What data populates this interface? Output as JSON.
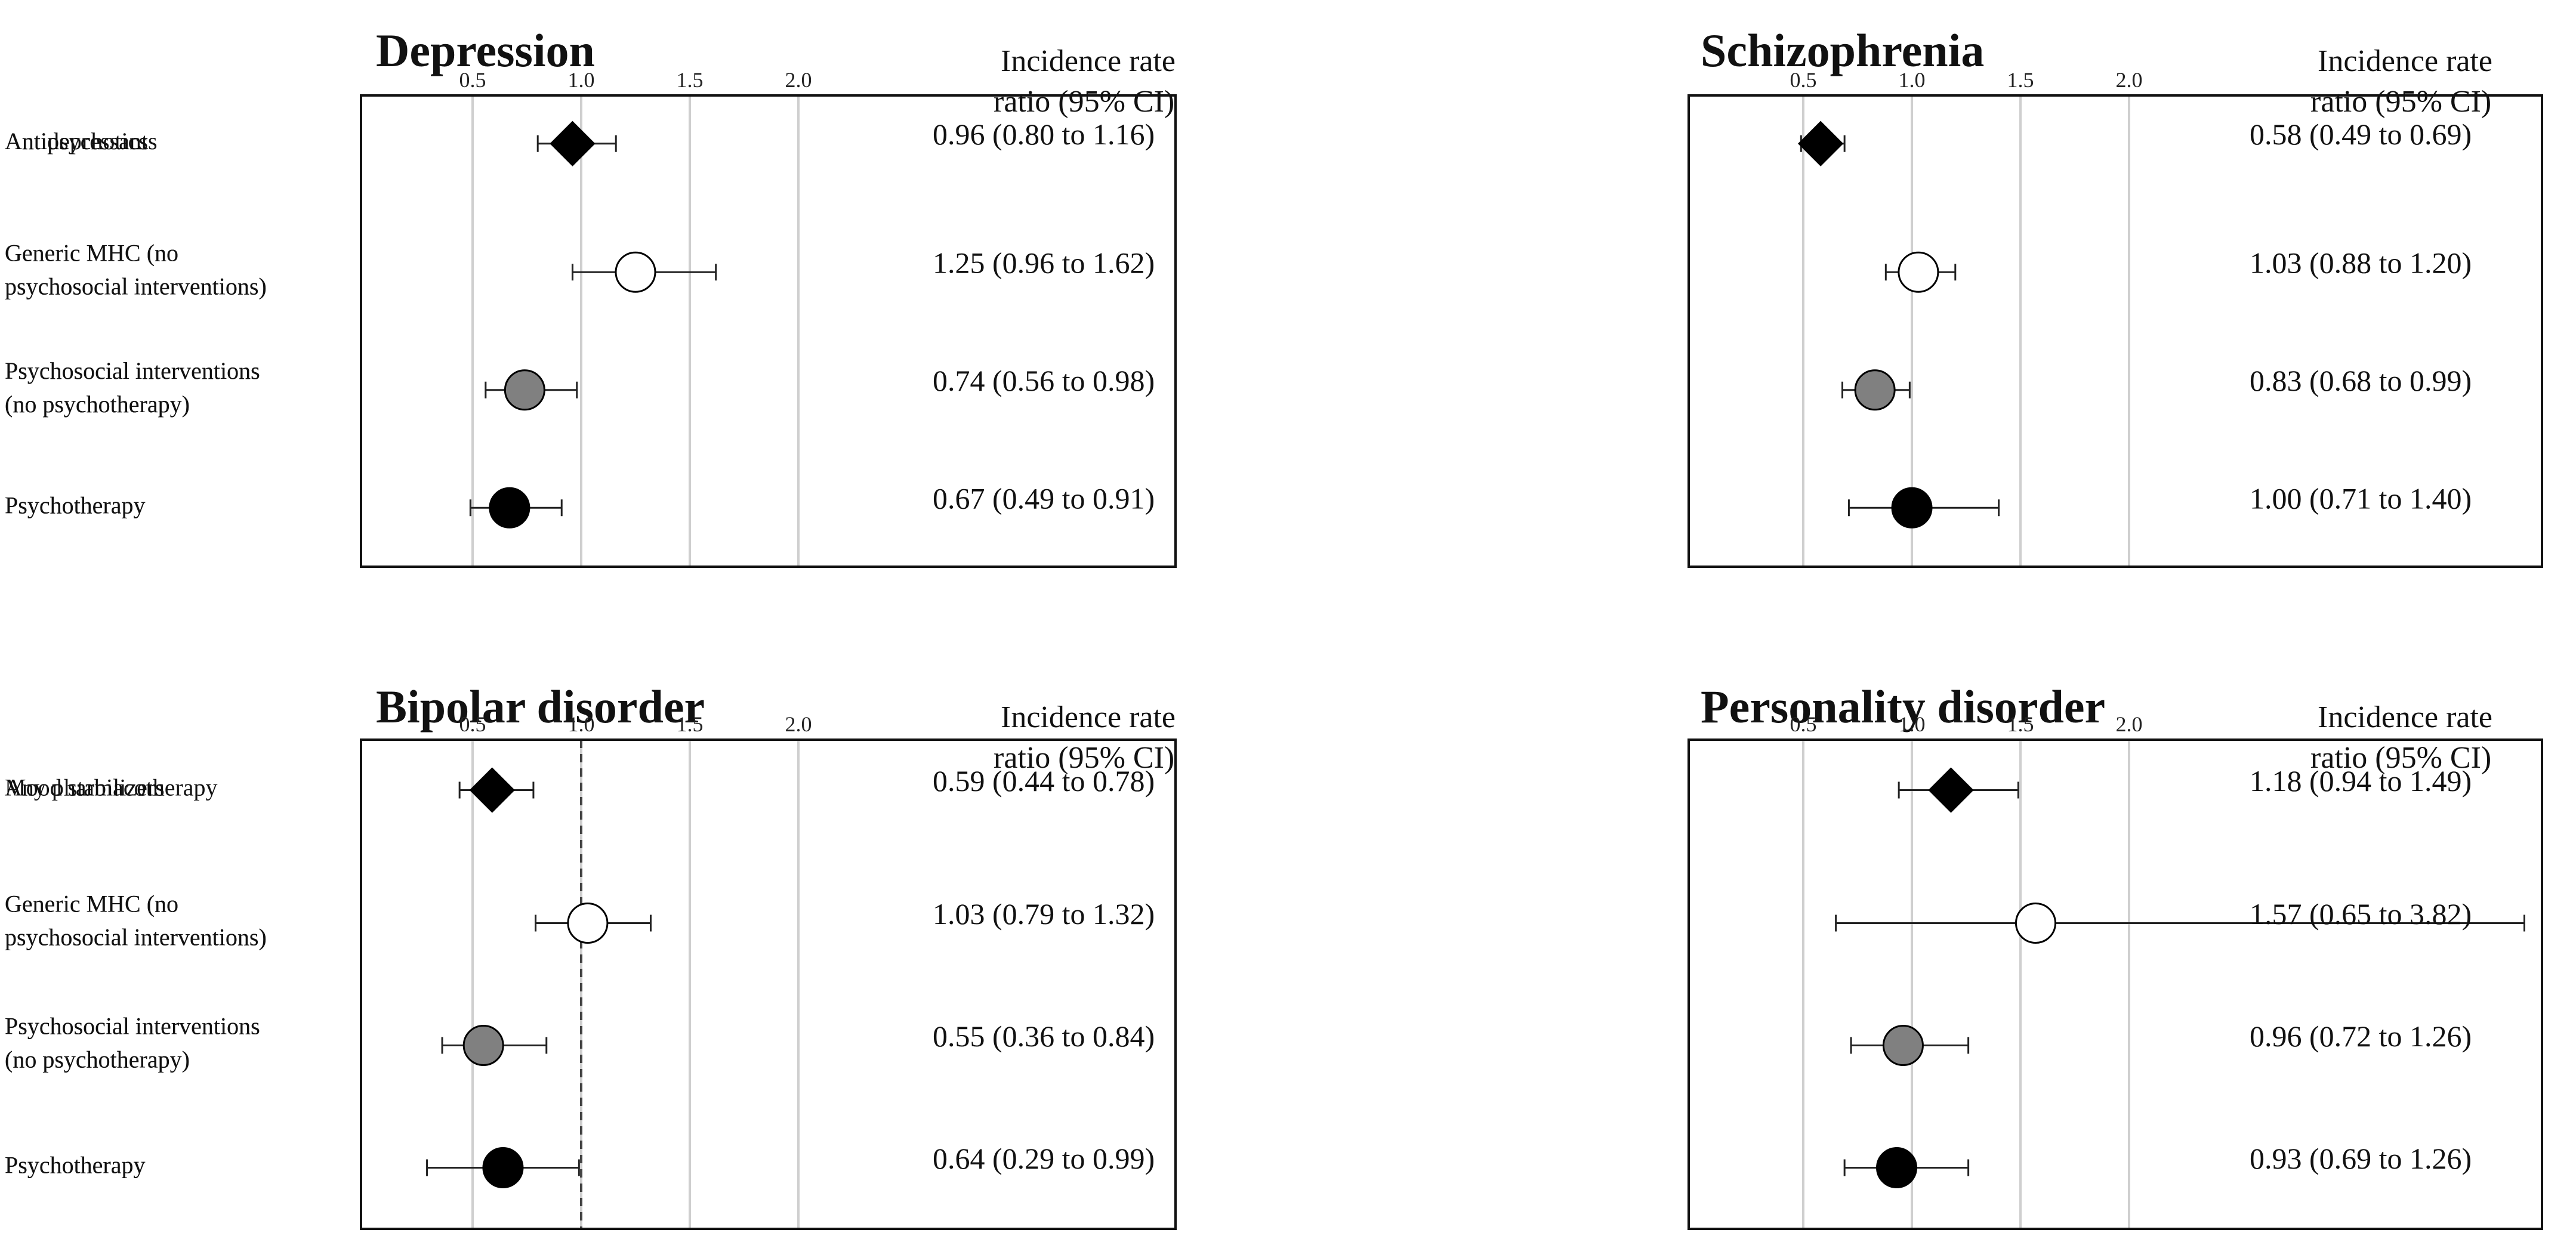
{
  "header_labels": [
    "Incidence rate",
    "ratio (95% CI)"
  ],
  "chart_data": [
    {
      "type": "forest",
      "title": "Depression",
      "tick_labels": [
        "0.5",
        "1.0",
        "1.5",
        "2.0"
      ],
      "ticks": [
        0.5,
        1.0,
        1.5,
        2.0
      ],
      "xlim": [
        0.0,
        2.5
      ],
      "reference_line": false,
      "rows": [
        {
          "label": [
            "Antidepressants"
          ],
          "estimate": 0.96,
          "lower": 0.8,
          "upper": 1.16,
          "ci_text": "0.96  (0.80 to 1.16)",
          "marker": "diamond",
          "fill": "#000000"
        },
        {
          "label": [
            "Generic MHC (no",
            "psychosocial interventions)"
          ],
          "estimate": 1.25,
          "lower": 0.96,
          "upper": 1.62,
          "ci_text": "1.25  (0.96 to 1.62)",
          "marker": "circle",
          "fill": "#ffffff"
        },
        {
          "label": [
            "Psychosocial interventions",
            "(no psychotherapy)"
          ],
          "estimate": 0.74,
          "lower": 0.56,
          "upper": 0.98,
          "ci_text": "0.74  (0.56 to 0.98)",
          "marker": "circle",
          "fill": "#808080"
        },
        {
          "label": [
            "Psychotherapy"
          ],
          "estimate": 0.67,
          "lower": 0.49,
          "upper": 0.91,
          "ci_text": "0.67  (0.49 to 0.91)",
          "marker": "circle",
          "fill": "#000000"
        }
      ]
    },
    {
      "type": "forest",
      "title": "Schizophrenia",
      "tick_labels": [
        "0.5",
        "1.0",
        "1.5",
        "2.0"
      ],
      "ticks": [
        0.5,
        1.0,
        1.5,
        2.0
      ],
      "xlim": [
        0.0,
        2.5
      ],
      "reference_line": false,
      "rows": [
        {
          "label": [
            "Antipsychotics"
          ],
          "estimate": 0.58,
          "lower": 0.49,
          "upper": 0.69,
          "ci_text": "0.58  (0.49 to 0.69)",
          "marker": "diamond",
          "fill": "#000000"
        },
        {
          "label": [
            "Generic MHC (no",
            "psychosocial interventions)"
          ],
          "estimate": 1.03,
          "lower": 0.88,
          "upper": 1.2,
          "ci_text": "1.03  (0.88 to 1.20)",
          "marker": "circle",
          "fill": "#ffffff"
        },
        {
          "label": [
            "Psychosocial interventions",
            "(no psychotherapy)"
          ],
          "estimate": 0.83,
          "lower": 0.68,
          "upper": 0.99,
          "ci_text": "0.83  (0.68 to 0.99)",
          "marker": "circle",
          "fill": "#808080"
        },
        {
          "label": [
            "Psychotherapy"
          ],
          "estimate": 1.0,
          "lower": 0.71,
          "upper": 1.4,
          "ci_text": "1.00  (0.71 to 1.40)",
          "marker": "circle",
          "fill": "#000000"
        }
      ]
    },
    {
      "type": "forest",
      "title": "Bipolar disorder",
      "tick_labels": [
        "0.5",
        "1.0",
        "1.5",
        "2.0"
      ],
      "ticks": [
        0.5,
        1.0,
        1.5,
        2.0
      ],
      "xlim": [
        0.0,
        2.5
      ],
      "reference_line": true,
      "rows": [
        {
          "label": [
            "Mood stabilizers"
          ],
          "estimate": 0.59,
          "lower": 0.44,
          "upper": 0.78,
          "ci_text": "0.59  (0.44 to 0.78)",
          "marker": "diamond",
          "fill": "#000000"
        },
        {
          "label": [
            "Generic MHC (no",
            "psychosocial interventions)"
          ],
          "estimate": 1.03,
          "lower": 0.79,
          "upper": 1.32,
          "ci_text": "1.03  (0.79 to 1.32)",
          "marker": "circle",
          "fill": "#ffffff"
        },
        {
          "label": [
            "Psychosocial interventions",
            "(no psychotherapy)"
          ],
          "estimate": 0.55,
          "lower": 0.36,
          "upper": 0.84,
          "ci_text": "0.55  (0.36 to 0.84)",
          "marker": "circle",
          "fill": "#808080"
        },
        {
          "label": [
            "Psychotherapy"
          ],
          "estimate": 0.64,
          "lower": 0.29,
          "upper": 0.99,
          "ci_text": "0.64  (0.29 to 0.99)",
          "marker": "circle",
          "fill": "#000000"
        }
      ]
    },
    {
      "type": "forest",
      "title": "Personality disorder",
      "tick_labels": [
        "0.5",
        "1.0",
        "1.5",
        "2.0"
      ],
      "ticks": [
        0.5,
        1.0,
        1.5,
        2.0
      ],
      "xlim": [
        0.0,
        2.5
      ],
      "reference_line": false,
      "rows": [
        {
          "label": [
            "Any pharmacotherapy"
          ],
          "estimate": 1.18,
          "lower": 0.94,
          "upper": 1.49,
          "ci_text": "1.18  (0.94 to 1.49)",
          "marker": "diamond",
          "fill": "#000000"
        },
        {
          "label": [
            "Generic MHC (no",
            "psychosocial interventions)"
          ],
          "estimate": 1.57,
          "lower": 0.65,
          "upper": 3.82,
          "ci_text": "1.57  (0.65 to 3.82)",
          "marker": "circle",
          "fill": "#ffffff"
        },
        {
          "label": [
            "Psychosocial interventions",
            "(no psychotherapy)"
          ],
          "estimate": 0.96,
          "lower": 0.72,
          "upper": 1.26,
          "ci_text": "0.96  (0.72 to 1.26)",
          "marker": "circle",
          "fill": "#808080"
        },
        {
          "label": [
            "Psychotherapy"
          ],
          "estimate": 0.93,
          "lower": 0.69,
          "upper": 1.26,
          "ci_text": "0.93  (0.69 to 1.26)",
          "marker": "circle",
          "fill": "#000000"
        }
      ]
    }
  ]
}
